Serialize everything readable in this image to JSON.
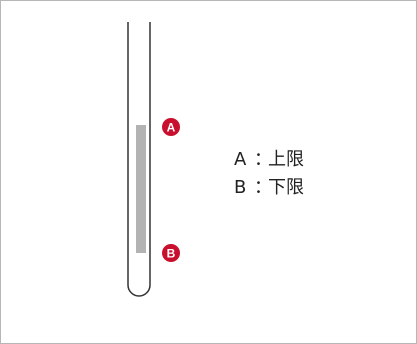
{
  "markers": {
    "upper": {
      "letter": "A",
      "color": "#c8102e"
    },
    "lower": {
      "letter": "B",
      "color": "#c8102e"
    }
  },
  "legend": [
    {
      "letter": "A",
      "separator": "：",
      "text": "上限"
    },
    {
      "letter": "B",
      "separator": "：",
      "text": "下限"
    }
  ],
  "colors": {
    "tube_outline": "#333333",
    "fill_bar": "#b3b3b3",
    "frame_border": "#b7b7b7",
    "text": "#222222"
  }
}
